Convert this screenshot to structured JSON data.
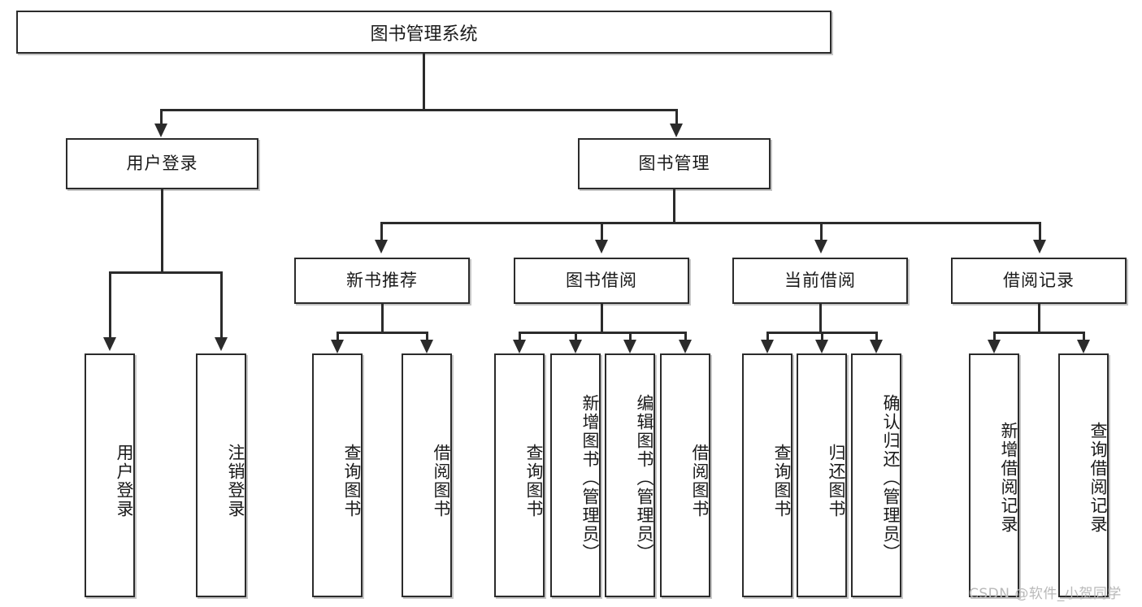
{
  "diagram": {
    "type": "tree",
    "title": "图书管理系统",
    "watermark": "CSDN @软件_小贺同学",
    "colors": {
      "stroke": "#2b2b2b",
      "fill": "#ffffff",
      "text": "#1a1a1a",
      "watermark": "#b9b9b9"
    },
    "nodes": {
      "root": {
        "label": "图书管理系统"
      },
      "level2": [
        {
          "label": "用户登录"
        },
        {
          "label": "图书管理"
        }
      ],
      "level3": [
        {
          "label": "新书推荐"
        },
        {
          "label": "图书借阅"
        },
        {
          "label": "当前借阅"
        },
        {
          "label": "借阅记录"
        }
      ],
      "leaves_user_login": [
        {
          "label": "用户登录"
        },
        {
          "label": "注销登录"
        }
      ],
      "leaves_new_book": [
        {
          "label": "查询图书"
        },
        {
          "label": "借阅图书"
        }
      ],
      "leaves_borrow": [
        {
          "label": "查询图书"
        },
        {
          "label": "新增图书（管理员）"
        },
        {
          "label": "编辑图书（管理员）"
        },
        {
          "label": "借阅图书"
        }
      ],
      "leaves_current": [
        {
          "label": "查询图书"
        },
        {
          "label": "归还图书"
        },
        {
          "label": "确认归还（管理员）"
        }
      ],
      "leaves_records": [
        {
          "label": "新增借阅记录"
        },
        {
          "label": "查询借阅记录"
        }
      ]
    }
  }
}
